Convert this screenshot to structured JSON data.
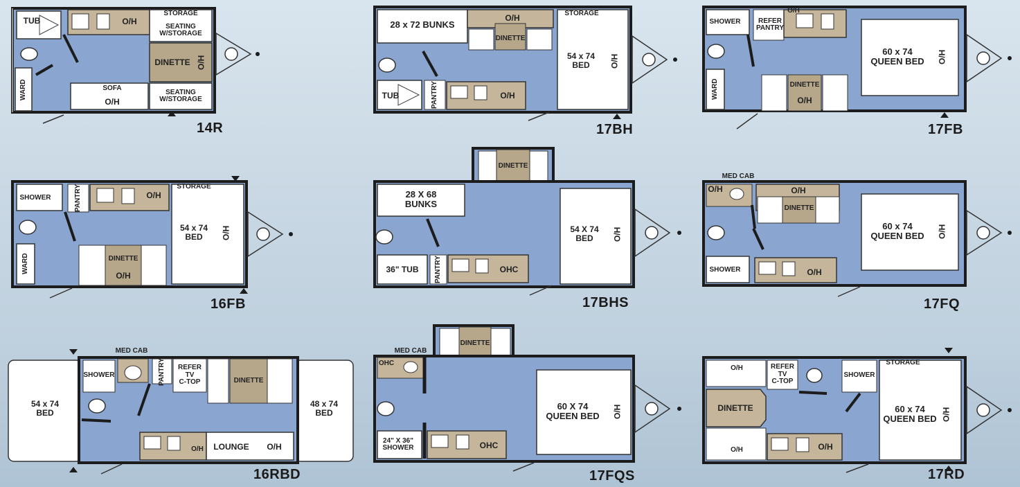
{
  "colors": {
    "floor": "#8aa6d0",
    "counter": "#c4b59b",
    "white": "#ffffff",
    "wall": "#1c1c1c",
    "dinette": "#b6a68a"
  },
  "plans": [
    {
      "id": "14R",
      "model": "14R",
      "labels": {
        "tub": "TUB",
        "oh1": "O/H",
        "storage": "STORAGE",
        "seating1": "SEATING\nW/STORAGE",
        "dinette": "DINETTE",
        "oh2": "O/H",
        "sofa": "SOFA",
        "oh3": "O/H",
        "seating2": "SEATING\nW/STORAGE",
        "ward": "WARD"
      }
    },
    {
      "id": "17BH",
      "model": "17BH",
      "labels": {
        "bunks": "28 x 72  BUNKS",
        "oh1": "O/H",
        "dinette": "DINETTE",
        "storage": "STORAGE",
        "bed": "54 x 74\nBED",
        "oh2": "O/H",
        "tub": "TUB",
        "pantry": "PANTRY",
        "oh3": "O/H"
      }
    },
    {
      "id": "17FB",
      "model": "17FB",
      "labels": {
        "shower": "SHOWER",
        "refer": "REFER\nPANTRY",
        "oh1": "O/H",
        "bed": "60 x 74\nQUEEN BED",
        "oh2": "O/H",
        "ward": "WARD",
        "dinette": "DINETTE",
        "oh3": "O/H"
      }
    },
    {
      "id": "16FB",
      "model": "16FB",
      "labels": {
        "shower": "SHOWER",
        "pantry": "PANTRY",
        "oh1": "O/H",
        "storage": "STORAGE",
        "bed": "54 x 74\nBED",
        "oh2": "O/H",
        "ward": "WARD",
        "dinette": "DINETTE",
        "oh3": "O/H"
      }
    },
    {
      "id": "17BHS",
      "model": "17BHS",
      "labels": {
        "dinette": "DINETTE",
        "bunks": "28 X 68\nBUNKS",
        "bed": "54 X 74\nBED",
        "oh1": "O/H",
        "tub": "36\" TUB",
        "pantry": "PANTRY",
        "ohc": "OHC"
      }
    },
    {
      "id": "17FQ",
      "model": "17FQ",
      "labels": {
        "medcab": "MED CAB",
        "oh1": "O/H",
        "oh2": "O/H",
        "dinette": "DINETTE",
        "bed": "60 x 74\nQUEEN BED",
        "oh3": "O/H",
        "shower": "SHOWER",
        "oh4": "O/H"
      }
    },
    {
      "id": "16RBD",
      "model": "16RBD",
      "labels": {
        "medcab": "MED CAB",
        "shower": "SHOWER",
        "pantry": "PANTRY",
        "refer": "REFER\nTV\nC-TOP",
        "dinette": "DINETTE",
        "bed1": "54 x 74\nBED",
        "bed2": "48 x 74\nBED",
        "oh1": "O/H",
        "lounge": "LOUNGE",
        "oh2": "O/H"
      }
    },
    {
      "id": "17FQS",
      "model": "17FQS",
      "labels": {
        "medcab": "MED CAB",
        "ohc1": "OHC",
        "dinette": "DINETTE",
        "bed": "60 X 74\nQUEEN BED",
        "oh": "O/H",
        "shower": "24\" X 36\"\nSHOWER",
        "ohc2": "OHC"
      }
    },
    {
      "id": "17RD",
      "model": "17RD",
      "labels": {
        "oh1": "O/H",
        "refer": "REFER\nTV\nC-TOP",
        "shower": "SHOWER",
        "storage": "STORAGE",
        "dinette": "DINETTE",
        "bed": "60 x 74\nQUEEN BED",
        "oh2": "O/H",
        "oh3": "O/H",
        "oh4": "O/H"
      }
    }
  ]
}
